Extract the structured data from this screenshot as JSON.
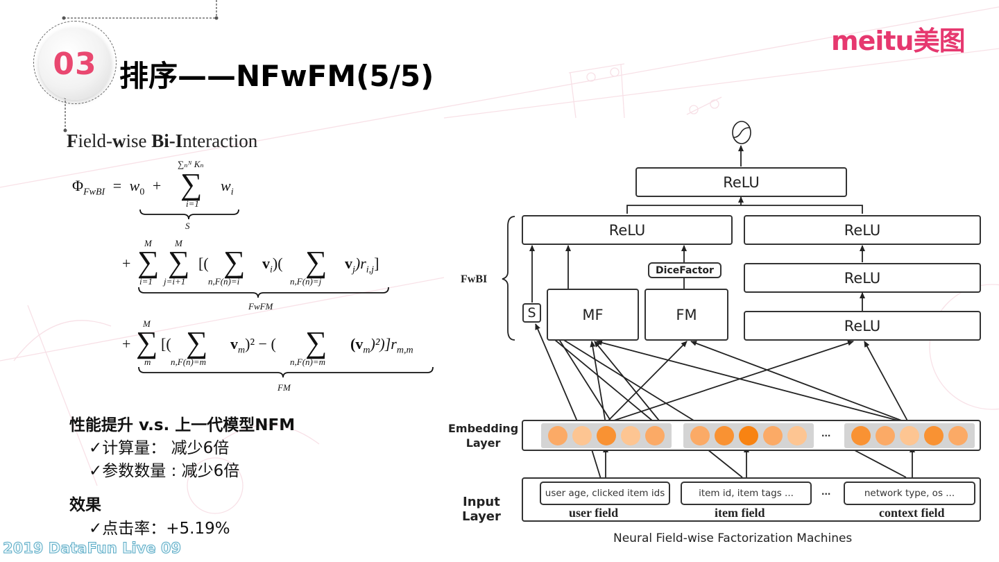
{
  "header": {
    "section_number": "03",
    "title": "排序——NFwFM(5/5)",
    "logo_text": "meitu美图",
    "brand_color": "#e6386f"
  },
  "formula_section": {
    "heading_parts": [
      {
        "text": "F",
        "bold": true
      },
      {
        "text": "ield-",
        "bold": false
      },
      {
        "text": "w",
        "bold": true
      },
      {
        "text": "ise ",
        "bold": false
      },
      {
        "text": "Bi-I",
        "bold": true
      },
      {
        "text": "nteraction",
        "bold": false
      }
    ],
    "equation": {
      "lhs": "Φ",
      "lhs_sub": "FwBI",
      "equals": "=",
      "term_w0": "w",
      "term_w0_sub": "0",
      "plus": "+",
      "sum1_upper": "∑ₙᴺ Kₙ",
      "sum1_lower": "i=1",
      "term_wi": "w",
      "term_wi_sub": "i",
      "brace1_label": "S",
      "line2_sum_i_upper": "M",
      "line2_sum_i_lower": "i=1",
      "line2_sum_j_upper": "M",
      "line2_sum_j_lower": "j=i+1",
      "line2_open": "[(",
      "line2_inner1_lower": "n,F(n)=i",
      "line2_vi": "v",
      "line2_vi_sub": "i",
      "line2_mid": ")(",
      "line2_inner2_lower": "n,F(n)=j",
      "line2_vj": "v",
      "line2_vj_sub": "j",
      "line2_close": ")r",
      "line2_r_sub": "i,j",
      "line2_end": "]",
      "brace2_label": "FwFM",
      "line3_sum_upper": "M",
      "line3_sum_lower": "m",
      "line3_open": "[(",
      "line3_inner1_lower": "n,F(n)=m",
      "line3_vm": "v",
      "line3_vm_sub": "m",
      "line3_sq_minus": ")² − (",
      "line3_inner2_lower": "n,F(n)=m",
      "line3_vm2": "(v",
      "line3_vm2_sub": "m",
      "line3_close": ")²)]r",
      "line3_r_sub": "m,m",
      "brace3_label": "FM",
      "sum_symbol": "∑"
    }
  },
  "performance": {
    "title": "性能提升 v.s. 上一代模型NFM",
    "items": [
      {
        "check": "✓",
        "text": "计算量：  减少6倍"
      },
      {
        "check": "✓",
        "text": "参数数量 : 减少6倍"
      }
    ]
  },
  "effect": {
    "title": "效果",
    "items": [
      {
        "check": "✓",
        "text": "点击率：+5.19%"
      }
    ]
  },
  "footer": {
    "event_tag": "2019 DataFun Live 09"
  },
  "diagram": {
    "output_symbol": "σ",
    "top_relu": "ReLU",
    "fwbi_label": "FwBI",
    "fwbi_relu": "ReLU",
    "deep_relu_top": "ReLU",
    "deep_relu_mid": "ReLU",
    "deep_relu_bottom": "ReLU",
    "s_box": "S",
    "mf_box": "MF",
    "fm_box": "FM",
    "dice_factor": "DiceFactor",
    "embedding_label_line1": "Embedding",
    "embedding_label_line2": "Layer",
    "input_label_line1": "Input",
    "input_label_line2": "Layer",
    "ellipsis": "...",
    "embedding_groups": [
      {
        "colors": [
          "#fbaa66",
          "#fdc592",
          "#f99233",
          "#fdc592",
          "#fbaa66"
        ]
      },
      {
        "colors": [
          "#fbaa66",
          "#f99233",
          "#f88312",
          "#fbaa66",
          "#fdc592"
        ]
      },
      {
        "colors": [
          "#f99233",
          "#fbaa66",
          "#fdc592",
          "#f99233",
          "#fbaa66"
        ]
      }
    ],
    "fields": [
      {
        "chip": "user age, clicked item ids",
        "label": "user field"
      },
      {
        "chip": "item id, item tags ...",
        "label": "item field"
      },
      {
        "chip": "network type, os ...",
        "label": "context field"
      }
    ],
    "caption_parts": [
      {
        "text": "N",
        "bold": false
      },
      {
        "text": "eural ",
        "bold": false
      },
      {
        "text": "F",
        "bold": false
      },
      {
        "text": "ield-wise ",
        "bold": false
      },
      {
        "text": "F",
        "bold": false
      },
      {
        "text": "actorization ",
        "bold": false
      },
      {
        "text": "M",
        "bold": false
      },
      {
        "text": "achines",
        "bold": false
      }
    ],
    "caption": "Neural Field-wise Factorization Machines"
  }
}
